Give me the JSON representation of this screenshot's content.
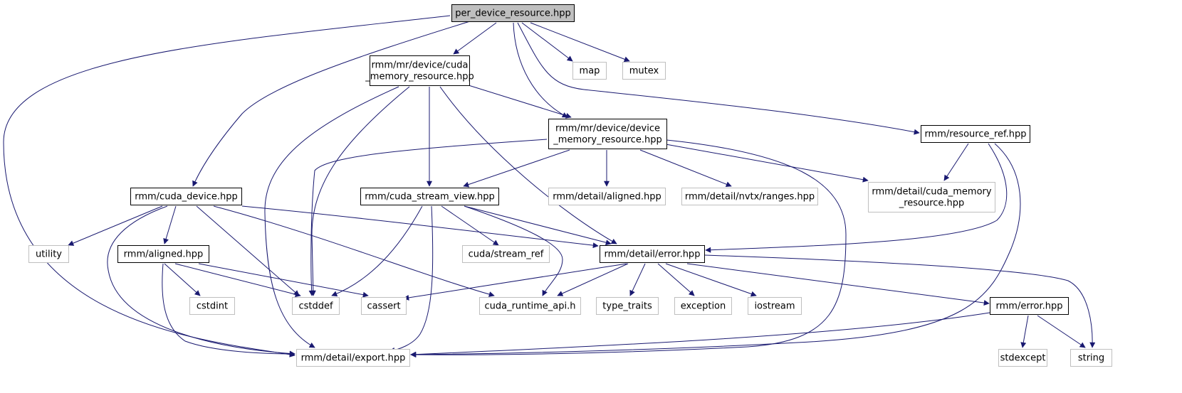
{
  "graph": {
    "colors": {
      "edge": "#191970",
      "root_fill": "#bfbfbf",
      "root_stroke": "#000000",
      "documented_stroke": "#000000",
      "external_stroke": "#bfbfbf",
      "text": "#000000",
      "background": "#ffffff"
    },
    "nodes": [
      {
        "id": "root",
        "kind": "root",
        "lines": [
          "per_device_resource.hpp"
        ]
      },
      {
        "id": "cuda_memory_resource",
        "kind": "documented",
        "lines": [
          "rmm/mr/device/cuda",
          "_memory_resource.hpp"
        ]
      },
      {
        "id": "map",
        "kind": "external",
        "lines": [
          "map"
        ]
      },
      {
        "id": "mutex",
        "kind": "external",
        "lines": [
          "mutex"
        ]
      },
      {
        "id": "device_memory_resource",
        "kind": "documented",
        "lines": [
          "rmm/mr/device/device",
          "_memory_resource.hpp"
        ]
      },
      {
        "id": "resource_ref",
        "kind": "documented",
        "lines": [
          "rmm/resource_ref.hpp"
        ]
      },
      {
        "id": "cuda_device",
        "kind": "documented",
        "lines": [
          "rmm/cuda_device.hpp"
        ]
      },
      {
        "id": "cuda_stream_view",
        "kind": "documented",
        "lines": [
          "rmm/cuda_stream_view.hpp"
        ]
      },
      {
        "id": "detail_aligned",
        "kind": "external",
        "lines": [
          "rmm/detail/aligned.hpp"
        ]
      },
      {
        "id": "nvtx_ranges",
        "kind": "external",
        "lines": [
          "rmm/detail/nvtx/ranges.hpp"
        ]
      },
      {
        "id": "detail_cuda_memory",
        "kind": "external",
        "lines": [
          "rmm/detail/cuda_memory",
          "_resource.hpp"
        ]
      },
      {
        "id": "utility",
        "kind": "external",
        "lines": [
          "utility"
        ]
      },
      {
        "id": "aligned",
        "kind": "documented",
        "lines": [
          "rmm/aligned.hpp"
        ]
      },
      {
        "id": "stream_ref",
        "kind": "external",
        "lines": [
          "cuda/stream_ref"
        ]
      },
      {
        "id": "detail_error",
        "kind": "documented",
        "lines": [
          "rmm/detail/error.hpp"
        ]
      },
      {
        "id": "cstdint",
        "kind": "external",
        "lines": [
          "cstdint"
        ]
      },
      {
        "id": "cstddef",
        "kind": "external",
        "lines": [
          "cstddef"
        ]
      },
      {
        "id": "cassert",
        "kind": "external",
        "lines": [
          "cassert"
        ]
      },
      {
        "id": "cuda_runtime_api",
        "kind": "external",
        "lines": [
          "cuda_runtime_api.h"
        ]
      },
      {
        "id": "type_traits",
        "kind": "external",
        "lines": [
          "type_traits"
        ]
      },
      {
        "id": "exception",
        "kind": "external",
        "lines": [
          "exception"
        ]
      },
      {
        "id": "iostream",
        "kind": "external",
        "lines": [
          "iostream"
        ]
      },
      {
        "id": "rmm_error",
        "kind": "documented",
        "lines": [
          "rmm/error.hpp"
        ]
      },
      {
        "id": "export",
        "kind": "external",
        "lines": [
          "rmm/detail/export.hpp"
        ]
      },
      {
        "id": "stdexcept",
        "kind": "external",
        "lines": [
          "stdexcept"
        ]
      },
      {
        "id": "string",
        "kind": "external",
        "lines": [
          "string"
        ]
      }
    ],
    "edges": [
      {
        "from": "root",
        "to": "export"
      },
      {
        "from": "root",
        "to": "cuda_device"
      },
      {
        "from": "root",
        "to": "cuda_memory_resource"
      },
      {
        "from": "root",
        "to": "device_memory_resource"
      },
      {
        "from": "root",
        "to": "map"
      },
      {
        "from": "root",
        "to": "mutex"
      },
      {
        "from": "root",
        "to": "resource_ref"
      },
      {
        "from": "cuda_memory_resource",
        "to": "export"
      },
      {
        "from": "cuda_memory_resource",
        "to": "cstddef"
      },
      {
        "from": "cuda_memory_resource",
        "to": "cuda_stream_view"
      },
      {
        "from": "cuda_memory_resource",
        "to": "detail_error"
      },
      {
        "from": "cuda_memory_resource",
        "to": "device_memory_resource"
      },
      {
        "from": "device_memory_resource",
        "to": "cstddef"
      },
      {
        "from": "device_memory_resource",
        "to": "cuda_stream_view"
      },
      {
        "from": "device_memory_resource",
        "to": "detail_aligned"
      },
      {
        "from": "device_memory_resource",
        "to": "nvtx_ranges"
      },
      {
        "from": "device_memory_resource",
        "to": "detail_cuda_memory"
      },
      {
        "from": "device_memory_resource",
        "to": "export"
      },
      {
        "from": "resource_ref",
        "to": "detail_cuda_memory"
      },
      {
        "from": "resource_ref",
        "to": "detail_error"
      },
      {
        "from": "resource_ref",
        "to": "export"
      },
      {
        "from": "cuda_device",
        "to": "utility"
      },
      {
        "from": "cuda_device",
        "to": "aligned"
      },
      {
        "from": "cuda_device",
        "to": "export"
      },
      {
        "from": "cuda_device",
        "to": "cstddef"
      },
      {
        "from": "cuda_device",
        "to": "cuda_runtime_api"
      },
      {
        "from": "cuda_device",
        "to": "detail_error"
      },
      {
        "from": "cuda_stream_view",
        "to": "cstddef"
      },
      {
        "from": "cuda_stream_view",
        "to": "export"
      },
      {
        "from": "cuda_stream_view",
        "to": "stream_ref"
      },
      {
        "from": "cuda_stream_view",
        "to": "cuda_runtime_api"
      },
      {
        "from": "cuda_stream_view",
        "to": "detail_error"
      },
      {
        "from": "aligned",
        "to": "cstdint"
      },
      {
        "from": "aligned",
        "to": "cstddef"
      },
      {
        "from": "aligned",
        "to": "cassert"
      },
      {
        "from": "aligned",
        "to": "export"
      },
      {
        "from": "detail_error",
        "to": "cassert"
      },
      {
        "from": "detail_error",
        "to": "cuda_runtime_api"
      },
      {
        "from": "detail_error",
        "to": "type_traits"
      },
      {
        "from": "detail_error",
        "to": "exception"
      },
      {
        "from": "detail_error",
        "to": "iostream"
      },
      {
        "from": "detail_error",
        "to": "rmm_error"
      },
      {
        "from": "detail_error",
        "to": "string"
      },
      {
        "from": "rmm_error",
        "to": "export"
      },
      {
        "from": "rmm_error",
        "to": "stdexcept"
      },
      {
        "from": "rmm_error",
        "to": "string"
      }
    ]
  }
}
